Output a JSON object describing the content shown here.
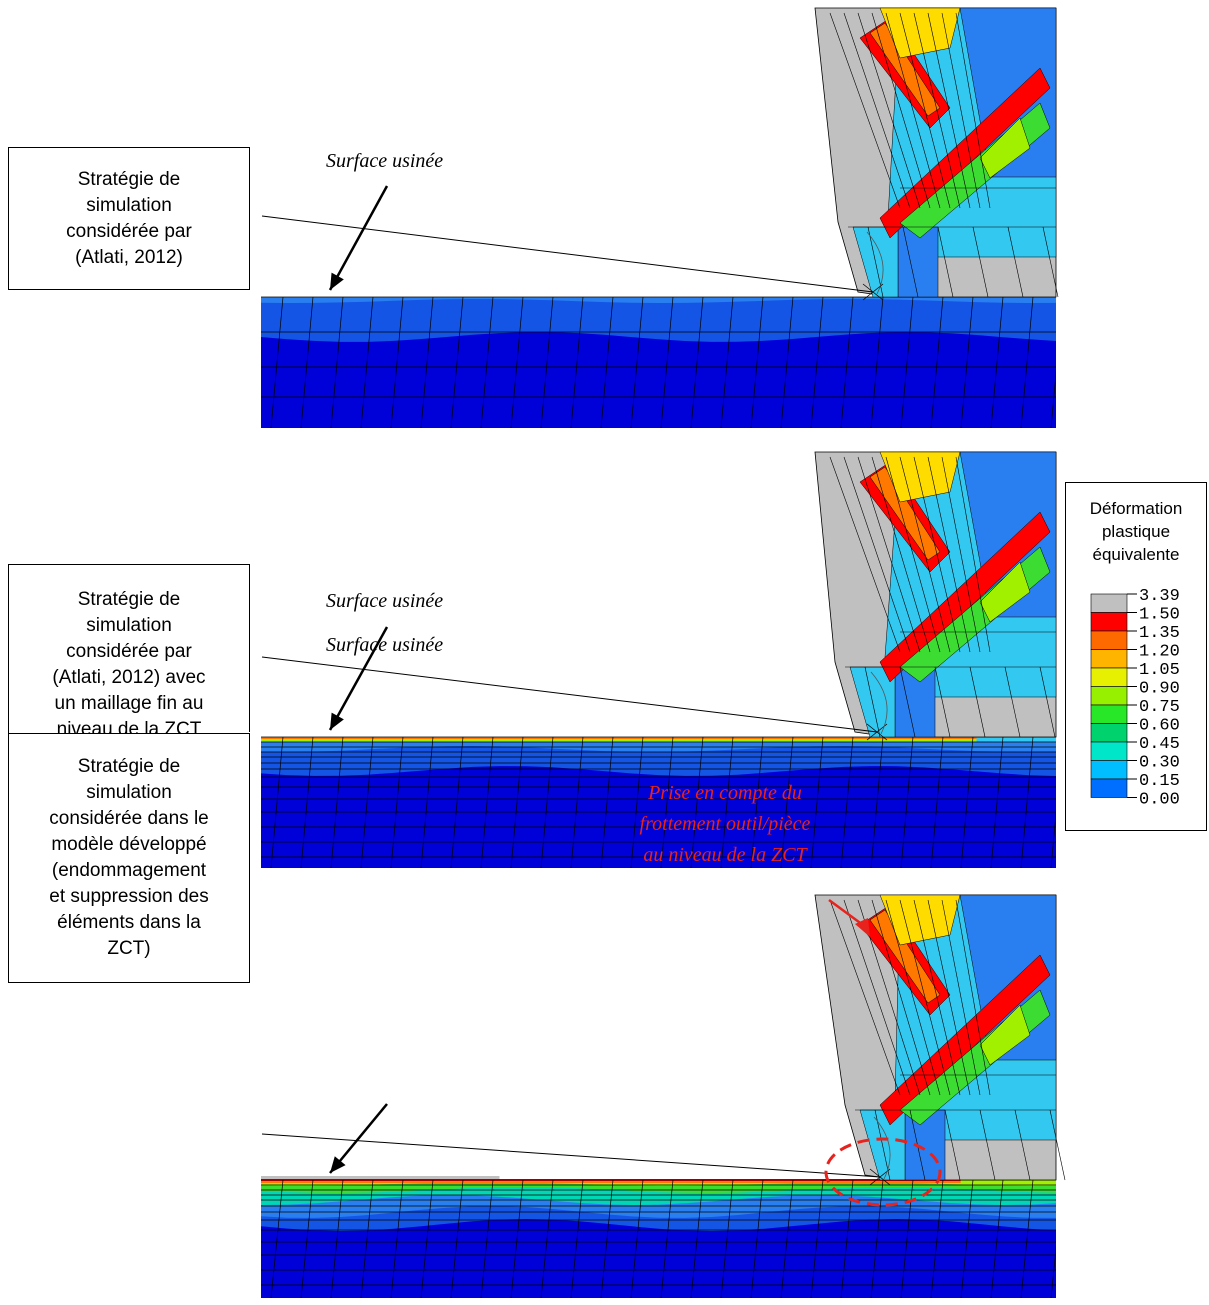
{
  "panels": [
    {
      "label_lines": [
        "Stratégie de",
        "simulation",
        "considérée par",
        "(Atlati, 2012)"
      ],
      "surface_label": "Surface usinée"
    },
    {
      "label_lines": [
        "Stratégie de",
        "simulation",
        "considérée par",
        "(Atlati, 2012) avec",
        "un maillage fin au",
        "niveau de la ZCT"
      ],
      "surface_label": "Surface usinée"
    },
    {
      "label_lines": [
        "Stratégie de",
        "simulation",
        "considérée dans le",
        "modèle développé",
        "(endommagement",
        "et suppression des",
        "éléments dans la",
        "ZCT)"
      ],
      "surface_label": "Surface usinée",
      "annotation_lines": [
        "Prise en compte du",
        "frottement outil/pièce",
        "au niveau de la ZCT"
      ]
    }
  ],
  "legend": {
    "title_lines": [
      "Déformation",
      "plastique",
      "équivalente"
    ],
    "levels": [
      {
        "value": "3.39",
        "color": "#c0c0c0"
      },
      {
        "value": "1.50",
        "color": "#ff0000"
      },
      {
        "value": "1.35",
        "color": "#ff6a00"
      },
      {
        "value": "1.20",
        "color": "#ffb400"
      },
      {
        "value": "1.05",
        "color": "#e6f000"
      },
      {
        "value": "0.90",
        "color": "#96f000"
      },
      {
        "value": "0.75",
        "color": "#28e628"
      },
      {
        "value": "0.60",
        "color": "#00d26e"
      },
      {
        "value": "0.45",
        "color": "#00e6c8"
      },
      {
        "value": "0.30",
        "color": "#00beff"
      },
      {
        "value": "0.15",
        "color": "#006eff"
      },
      {
        "value": "0.00",
        "color": "#0000ff"
      }
    ]
  },
  "colors": {
    "dark_blue": "#0000d8",
    "mid_blue": "#1455e6",
    "light_blue": "#2a7ff0",
    "cyan": "#32c8f0",
    "teal": "#00d7b4",
    "green": "#3cdc32",
    "yellow_green": "#a0f000",
    "yellow": "#ffdc00",
    "orange": "#ff7800",
    "red": "#ff0000",
    "grey": "#c0c0c0",
    "annotation_red": "#e8221d"
  }
}
